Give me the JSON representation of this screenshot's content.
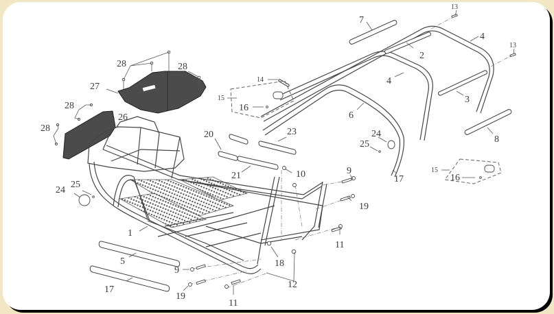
{
  "diagram": {
    "title": "Frame assembly exploded view",
    "callouts": [
      {
        "id": "c1",
        "text": "1"
      },
      {
        "id": "c2",
        "text": "2"
      },
      {
        "id": "c3",
        "text": "3"
      },
      {
        "id": "c4a",
        "text": "4"
      },
      {
        "id": "c4b",
        "text": "4"
      },
      {
        "id": "c5",
        "text": "5"
      },
      {
        "id": "c6",
        "text": "6"
      },
      {
        "id": "c7",
        "text": "7"
      },
      {
        "id": "c8",
        "text": "8"
      },
      {
        "id": "c9a",
        "text": "9"
      },
      {
        "id": "c9b",
        "text": "9"
      },
      {
        "id": "c10",
        "text": "10"
      },
      {
        "id": "c11a",
        "text": "11"
      },
      {
        "id": "c11b",
        "text": "11"
      },
      {
        "id": "c12",
        "text": "12"
      },
      {
        "id": "c13a",
        "text": "13"
      },
      {
        "id": "c13b",
        "text": "13"
      },
      {
        "id": "c14",
        "text": "14"
      },
      {
        "id": "c15a",
        "text": "15"
      },
      {
        "id": "c15b",
        "text": "15"
      },
      {
        "id": "c16a",
        "text": "16"
      },
      {
        "id": "c16b",
        "text": "16"
      },
      {
        "id": "c17a",
        "text": "17"
      },
      {
        "id": "c17b",
        "text": "17"
      },
      {
        "id": "c18",
        "text": "18"
      },
      {
        "id": "c19a",
        "text": "19"
      },
      {
        "id": "c19b",
        "text": "19"
      },
      {
        "id": "c20",
        "text": "20"
      },
      {
        "id": "c21",
        "text": "21"
      },
      {
        "id": "c23",
        "text": "23"
      },
      {
        "id": "c24a",
        "text": "24"
      },
      {
        "id": "c24b",
        "text": "24"
      },
      {
        "id": "c25a",
        "text": "25"
      },
      {
        "id": "c25b",
        "text": "25"
      },
      {
        "id": "c26",
        "text": "26"
      },
      {
        "id": "c27",
        "text": "27"
      },
      {
        "id": "c28a",
        "text": "28"
      },
      {
        "id": "c28b",
        "text": "28"
      },
      {
        "id": "c28c",
        "text": "28"
      },
      {
        "id": "c28d",
        "text": "28"
      }
    ]
  },
  "colors": {
    "frame_background": "#f1e7c4",
    "panel": "#ffffff",
    "shadow": "#000000",
    "line_art": "#444444"
  }
}
